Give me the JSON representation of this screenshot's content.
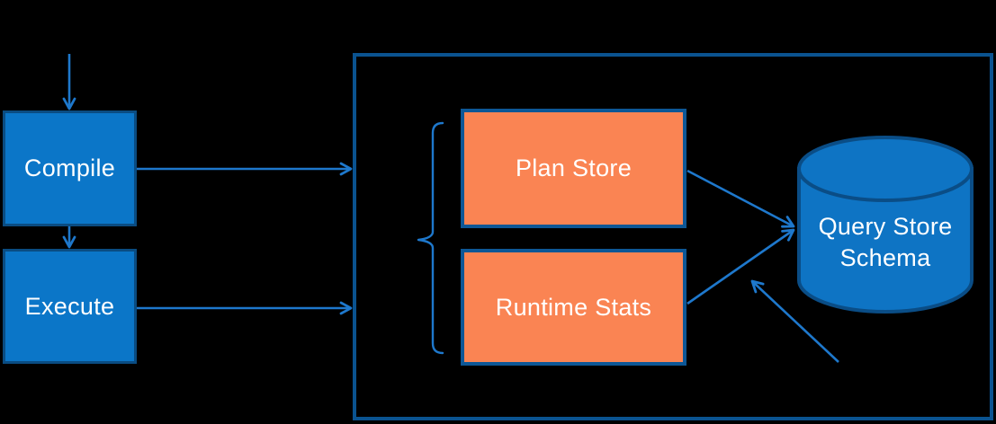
{
  "colors": {
    "background": "#000000",
    "node-blue-fill": "#0B76C8",
    "node-blue-border": "#0A4C82",
    "node-orange-fill": "#FA8453",
    "node-orange-border": "#0D5796",
    "container-border": "#0A5390",
    "cylinder-fill": "#0E74C4",
    "cylinder-border": "#0A4D86",
    "arrow-blue": "#1E78CC",
    "label-text": "#FFFFFF"
  },
  "nodes": {
    "compile": {
      "label": "Compile"
    },
    "execute": {
      "label": "Execute"
    },
    "plan_store": {
      "label": "Plan Store"
    },
    "runtime_stats": {
      "label": "Runtime Stats"
    },
    "query_store_schema": {
      "label_line1": "Query Store",
      "label_line2": "Schema"
    }
  }
}
